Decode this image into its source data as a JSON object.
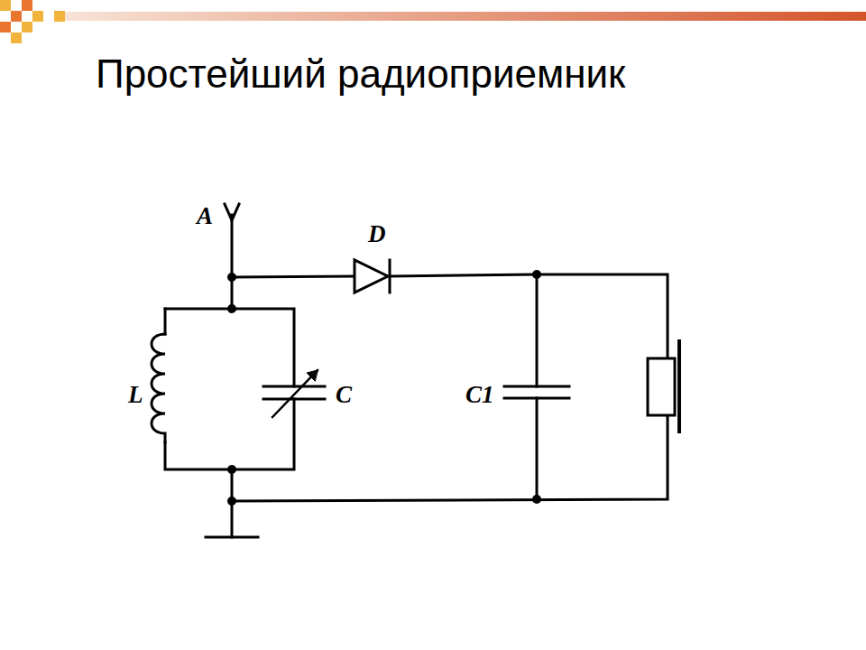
{
  "diagram": {
    "title": "Простейший радиоприемник",
    "labels": [
      "A",
      "D",
      "L",
      "C",
      "C1"
    ]
  }
}
